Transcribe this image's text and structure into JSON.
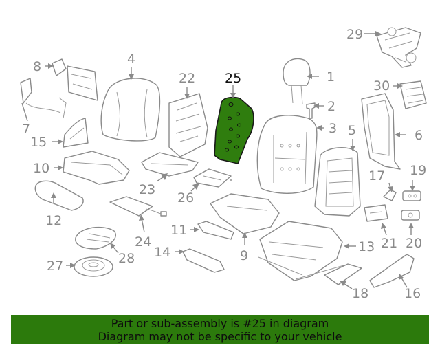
{
  "highlighted_part": "25",
  "callouts": {
    "c1": "1",
    "c2": "2",
    "c3": "3",
    "c4": "4",
    "c5": "5",
    "c6": "6",
    "c7": "7",
    "c8": "8",
    "c9": "9",
    "c10": "10",
    "c11": "11",
    "c12": "12",
    "c13": "13",
    "c14": "14",
    "c15": "15",
    "c16": "16",
    "c17": "17",
    "c18": "18",
    "c19": "19",
    "c20": "20",
    "c21": "21",
    "c22": "22",
    "c23": "23",
    "c24": "24",
    "c25": "25",
    "c26": "26",
    "c27": "27",
    "c28": "28",
    "c29": "29",
    "c30": "30"
  },
  "banner": {
    "line1": "Part or sub-assembly is #25 in diagram",
    "line2": "Diagram may not be specific to your vehicle"
  },
  "colors": {
    "highlight": "#2f7d0e",
    "banner_bg": "#2c7a0c",
    "line_art": "#8a8a8a"
  }
}
